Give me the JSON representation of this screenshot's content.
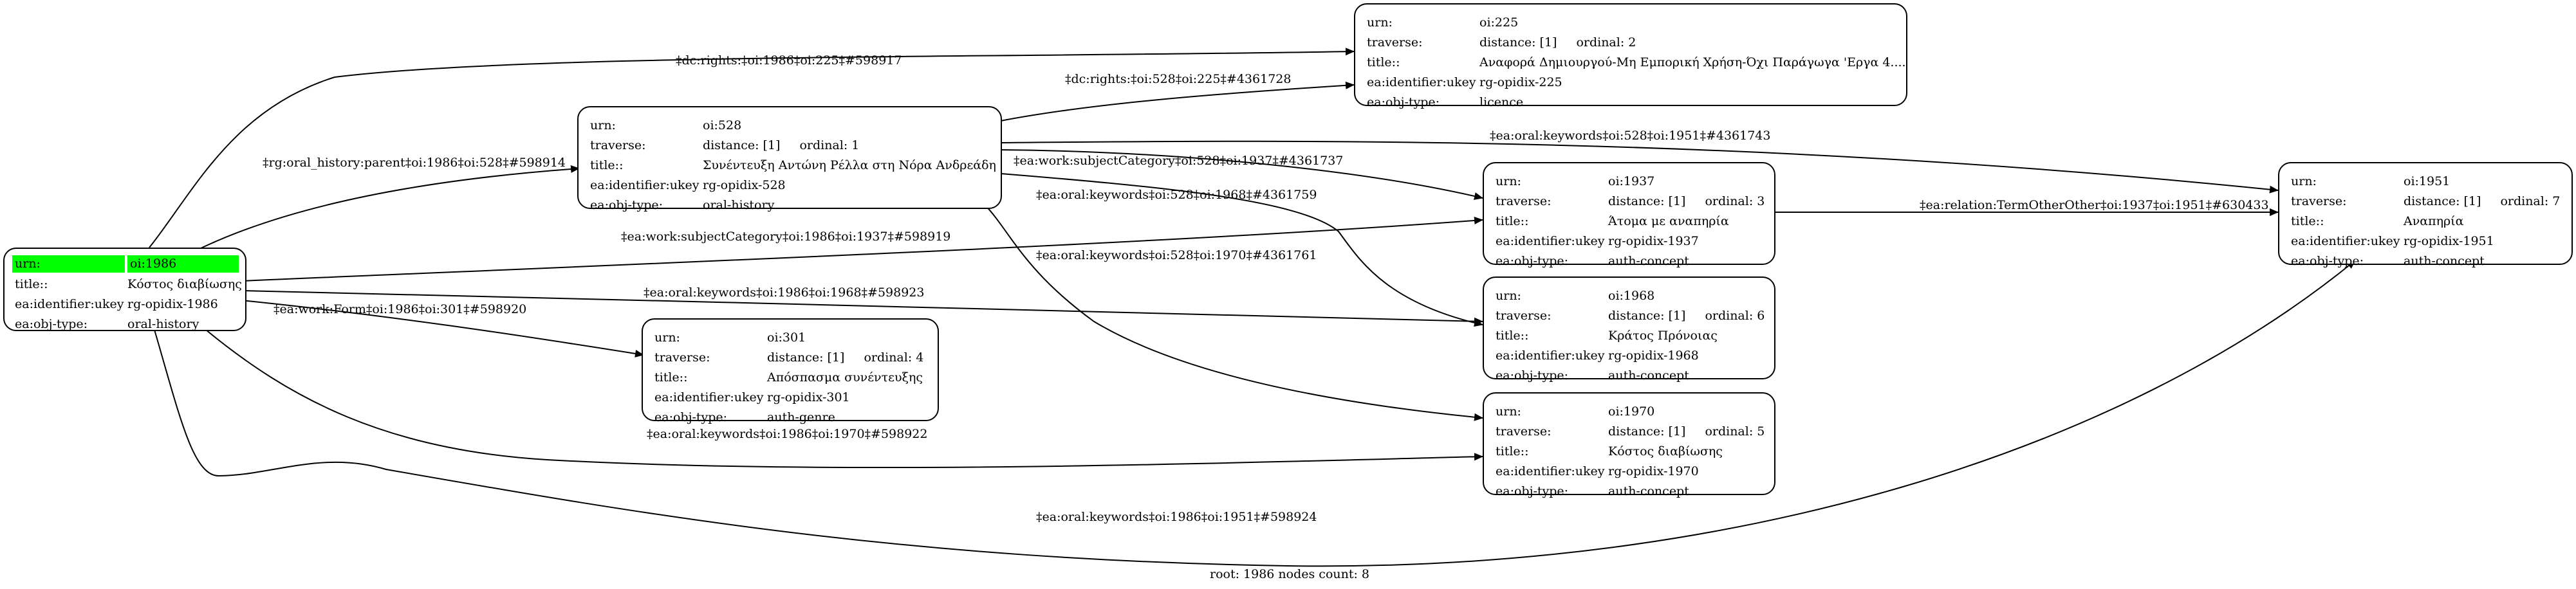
{
  "root_node": {
    "id": "oi:1986",
    "highlight_color": "#00ff00",
    "rows": [
      {
        "key": "urn:",
        "value": "oi:1986"
      },
      {
        "key": "title::",
        "value": "Κόστος διαβίωσης"
      },
      {
        "key": "ea:identifier:ukey",
        "value": "rg-opidix-1986"
      },
      {
        "key": "ea:obj-type:",
        "value": "oral-history"
      }
    ]
  },
  "nodes": [
    {
      "id": "oi:528",
      "urn": "oi:528",
      "distance": "distance: [1]",
      "ordinal": "ordinal: 1",
      "title": "Συνέντευξη Αντώνη Ρέλλα στη Νόρα Ανδρεάδη",
      "ukey": "rg-opidix-528",
      "obj_type": "oral-history"
    },
    {
      "id": "oi:225",
      "urn": "oi:225",
      "distance": "distance: [1]",
      "ordinal": "ordinal: 2",
      "title": "Αναφορά Δημιουργού-Μη Εμπορική Χρήση-Όχι Παράγωγα 'Εργα 4....",
      "ukey": "rg-opidix-225",
      "obj_type": "licence"
    },
    {
      "id": "oi:1937",
      "urn": "oi:1937",
      "distance": "distance: [1]",
      "ordinal": "ordinal: 3",
      "title": "Άτομα με αναπηρία",
      "ukey": "rg-opidix-1937",
      "obj_type": "auth-concept"
    },
    {
      "id": "oi:301",
      "urn": "oi:301",
      "distance": "distance: [1]",
      "ordinal": "ordinal: 4",
      "title": "Απόσπασμα συνέντευξης",
      "ukey": "rg-opidix-301",
      "obj_type": "auth-genre"
    },
    {
      "id": "oi:1970",
      "urn": "oi:1970",
      "distance": "distance: [1]",
      "ordinal": "ordinal: 5",
      "title": "Κόστος διαβίωσης",
      "ukey": "rg-opidix-1970",
      "obj_type": "auth-concept"
    },
    {
      "id": "oi:1968",
      "urn": "oi:1968",
      "distance": "distance: [1]",
      "ordinal": "ordinal: 6",
      "title": "Κράτος Πρόνοιας",
      "ukey": "rg-opidix-1968",
      "obj_type": "auth-concept"
    },
    {
      "id": "oi:1951",
      "urn": "oi:1951",
      "distance": "distance: [1]",
      "ordinal": "ordinal: 7",
      "title": "Αναπηρία",
      "ukey": "rg-opidix-1951",
      "obj_type": "auth-concept"
    }
  ],
  "row_keys": {
    "urn": "urn:",
    "traverse": "traverse:",
    "title": "title::",
    "ukey": "ea:identifier:ukey",
    "obj_type": "ea:obj-type:"
  },
  "edges": [
    {
      "from": "oi:1986",
      "to": "oi:225",
      "label": "‡dc:rights:‡oi:1986‡oi:225‡#598917"
    },
    {
      "from": "oi:528",
      "to": "oi:225",
      "label": "‡dc:rights:‡oi:528‡oi:225‡#4361728"
    },
    {
      "from": "oi:1986",
      "to": "oi:528",
      "label": "‡rg:oral_history:parent‡oi:1986‡oi:528‡#598914"
    },
    {
      "from": "oi:528",
      "to": "oi:1951",
      "label": "‡ea:oral:keywords‡oi:528‡oi:1951‡#4361743"
    },
    {
      "from": "oi:528",
      "to": "oi:1937",
      "label": "‡ea:work:subjectCategory‡oi:528‡oi:1937‡#4361737"
    },
    {
      "from": "oi:528",
      "to": "oi:1968",
      "label": "‡ea:oral:keywords‡oi:528‡oi:1968‡#4361759"
    },
    {
      "from": "oi:528",
      "to": "oi:1970",
      "label": "‡ea:oral:keywords‡oi:528‡oi:1970‡#4361761"
    },
    {
      "from": "oi:1937",
      "to": "oi:1951",
      "label": "‡ea:relation:TermOtherOther‡oi:1937‡oi:1951‡#630433"
    },
    {
      "from": "oi:1986",
      "to": "oi:1937",
      "label": "‡ea:work:subjectCategory‡oi:1986‡oi:1937‡#598919"
    },
    {
      "from": "oi:1986",
      "to": "oi:1968",
      "label": "‡ea:oral:keywords‡oi:1986‡oi:1968‡#598923"
    },
    {
      "from": "oi:1986",
      "to": "oi:301",
      "label": "‡ea:work:Form‡oi:1986‡oi:301‡#598920"
    },
    {
      "from": "oi:1986",
      "to": "oi:1970",
      "label": "‡ea:oral:keywords‡oi:1986‡oi:1970‡#598922"
    },
    {
      "from": "oi:1986",
      "to": "oi:1951",
      "label": "‡ea:oral:keywords‡oi:1986‡oi:1951‡#598924"
    }
  ],
  "footer": "root: 1986 nodes count: 8"
}
